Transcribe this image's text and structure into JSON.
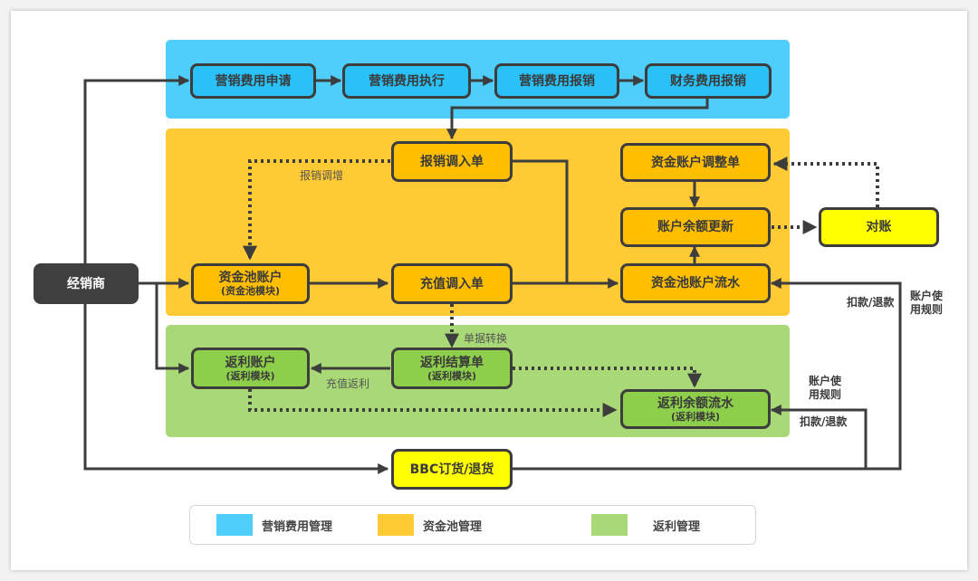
{
  "colors": {
    "marketing": "#4fcdfb",
    "fund_pool": "#ffca33",
    "rebate": "#a8d976",
    "highlight": "#ffff00",
    "dealer": "#3f3f3f",
    "line": "#3d3d3d"
  },
  "nodes": {
    "dealer": {
      "label": "经销商"
    },
    "mkt_apply": {
      "label": "营销费用申请"
    },
    "mkt_exec": {
      "label": "营销费用执行"
    },
    "mkt_reimburse": {
      "label": "营销费用报销"
    },
    "fin_reimburse": {
      "label": "财务费用报销"
    },
    "reimburse_in": {
      "label": "报销调入单"
    },
    "fund_adjust": {
      "label": "资金账户调整单"
    },
    "balance_update": {
      "label": "账户余额更新"
    },
    "reconcile": {
      "label": "对账"
    },
    "fund_account": {
      "label": "资金池账户",
      "sub": "(资金池模块)"
    },
    "recharge_in": {
      "label": "充值调入单"
    },
    "fund_flow": {
      "label": "资金池账户流水"
    },
    "rebate_account": {
      "label": "返利账户",
      "sub": "(返利模块)"
    },
    "rebate_settle": {
      "label": "返利结算单",
      "sub": "(返利模块)"
    },
    "rebate_flow": {
      "label": "返利余额流水",
      "sub": "(返利模块)"
    },
    "bbc_order": {
      "label": "BBC订货/退货"
    }
  },
  "edge_labels": {
    "reimburse_increase": "报销调增",
    "doc_convert": "单据转换",
    "recharge_rebate": "充值返利",
    "fund_deduct_refund": "扣款/退款",
    "fund_usage_rule": [
      "账户使",
      "用规则"
    ],
    "rebate_usage_rule": [
      "账户使",
      "用规则"
    ],
    "rebate_deduct_refund": "扣款/退款"
  },
  "legend": [
    {
      "label": "营销费用管理",
      "color": "#4fcdfb"
    },
    {
      "label": "资金池管理",
      "color": "#ffca33"
    },
    {
      "label": "返利管理",
      "color": "#a8d976"
    }
  ]
}
